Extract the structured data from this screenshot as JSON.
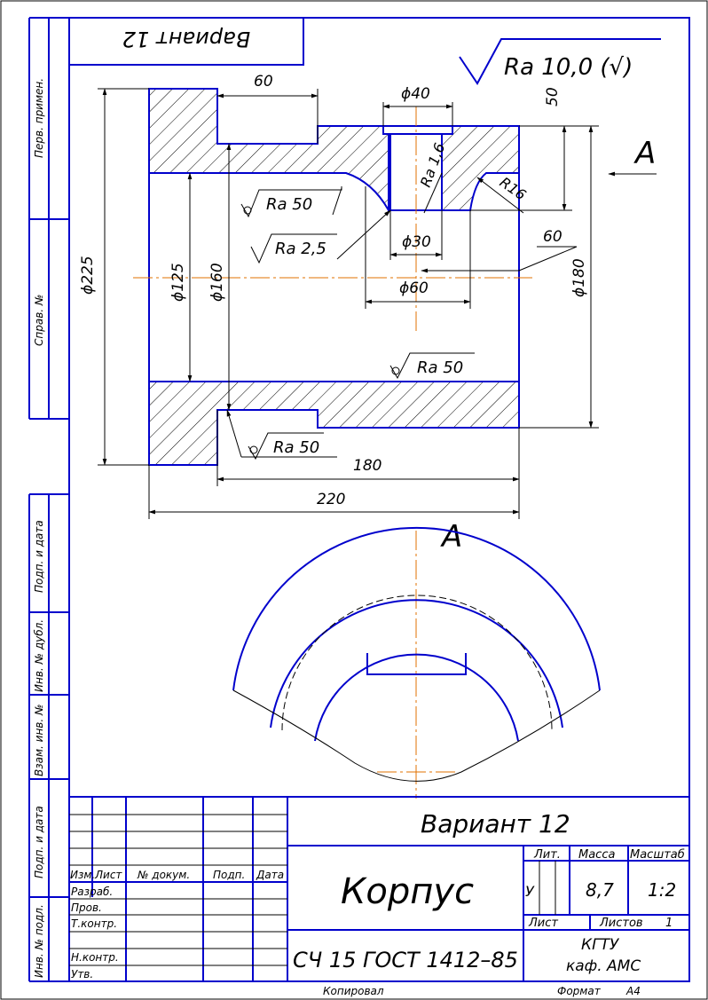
{
  "side_stamps": {
    "perv_primen": "Перв. примен.",
    "sprav_no": "Справ. №",
    "podp_data_1": "Подп. и дата",
    "inv_dubl": "Инв. № дубл.",
    "vzam_inv": "Взам. инв. №",
    "podp_data_2": "Подп. и дата",
    "inv_podl": "Инв. № подл."
  },
  "top_variant_box": "Вариант 12",
  "roughness": {
    "general": "Ra 10,0 (√)",
    "ra50_a": "Ra 50",
    "ra25": "Ra 2,5",
    "ra50_b": "Ra 50",
    "ra50_c": "Ra 50",
    "ra16": "Ra 1,6"
  },
  "dimensions": {
    "d60_top": "60",
    "d40": "ϕ40",
    "d50": "50",
    "r16": "R16",
    "d30": "ϕ30",
    "d60_right": "60",
    "d60_dia": "ϕ60",
    "d225": "ϕ225",
    "d125": "ϕ125",
    "d160": "ϕ160",
    "d180_dia": "ϕ180",
    "d180": "180",
    "d220": "220"
  },
  "view_labels": {
    "arrow_a": "A",
    "view_a": "A"
  },
  "title_block": {
    "variant": "Вариант 12",
    "col_izm": "Изм.",
    "col_list": "Лист",
    "col_doc": "№ докум.",
    "col_podp": "Подп.",
    "col_data": "Дата",
    "razrab": "Разраб.",
    "prov": "Пров.",
    "tkontr": "Т.контр.",
    "nkontr": "Н.контр.",
    "utv": "Утв.",
    "name": "Корпус",
    "lit_label": "Лит.",
    "massa_label": "Масса",
    "masshtab_label": "Масштаб",
    "lit_value": "У",
    "massa_value": "8,7",
    "masshtab_value": "1:2",
    "list_label": "Лист",
    "listov_label": "Листов",
    "listov_value": "1",
    "material": "СЧ 15 ГОСТ 1412–85",
    "org_line1": "КГТУ",
    "org_line2": "каф. АМС"
  },
  "footer": {
    "kopiroval": "Копировал",
    "format": "Формат",
    "format_value": "А4"
  },
  "colors": {
    "frame": "#0000cc",
    "lines": "#000000",
    "centerline": "#e07000"
  }
}
